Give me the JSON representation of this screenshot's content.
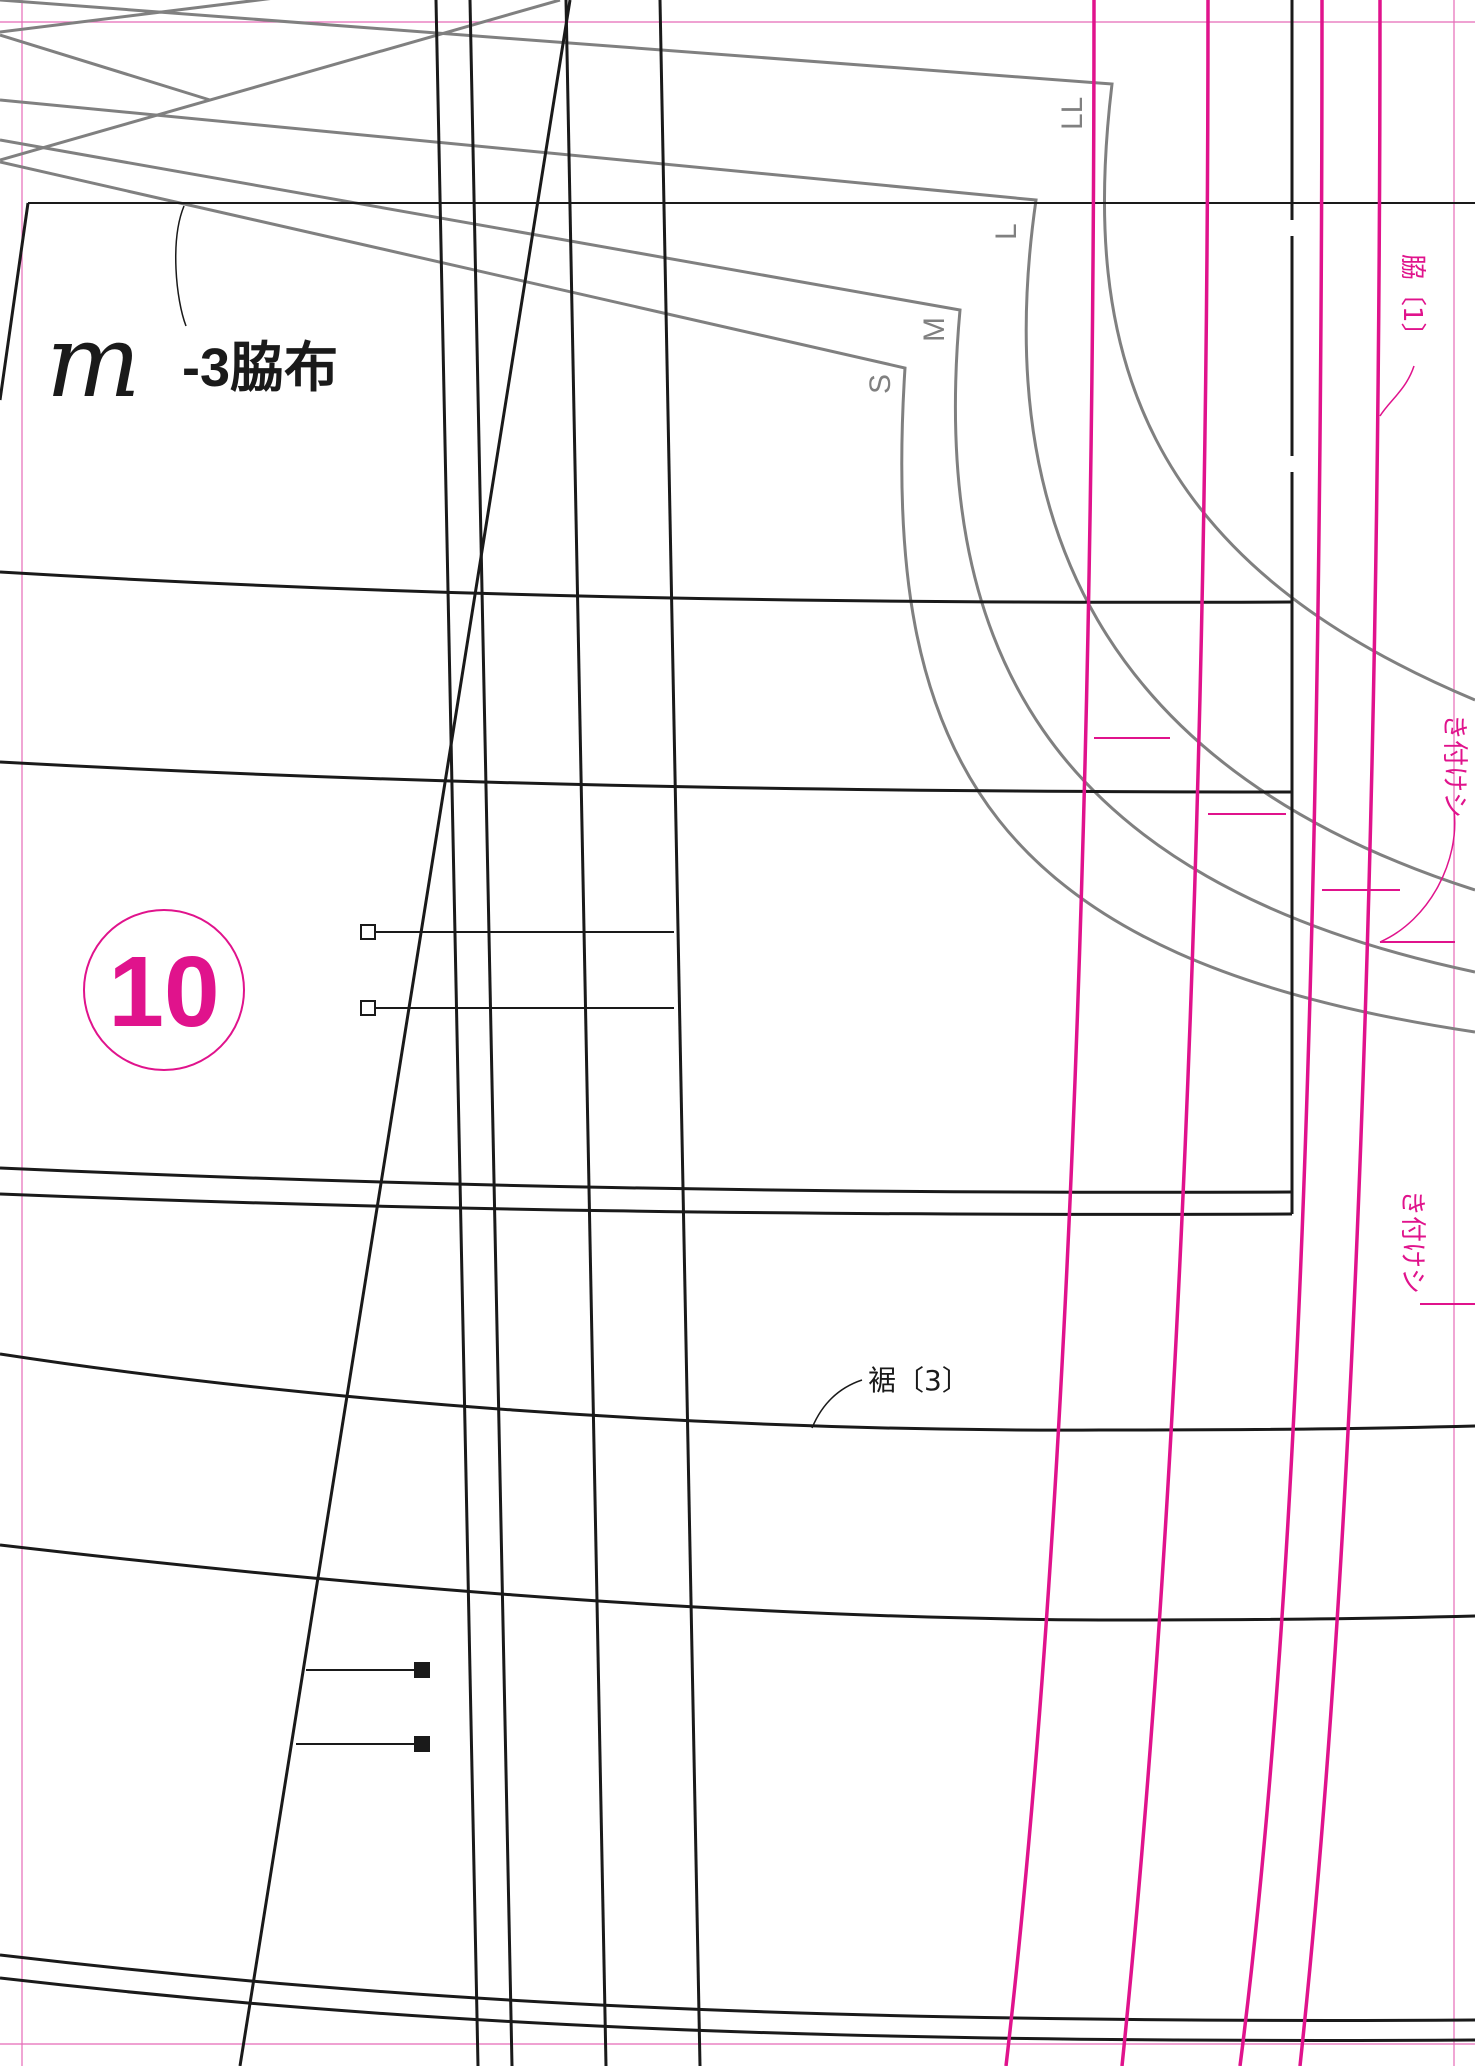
{
  "sheet": {
    "title_mark": "m",
    "title_text": "-3脇布",
    "page_badge": "10",
    "hem_label": "裾〔3〕",
    "size_labels": [
      "LL",
      "L",
      "M",
      "S"
    ],
    "magenta_labels": [
      "脇〔1〕",
      "き付けシ",
      "き付けシ"
    ]
  },
  "colors": {
    "outline": "#1a1a1a",
    "size_grading": "#808080",
    "magenta": "#e0138c",
    "guide": "#e56bb8"
  }
}
